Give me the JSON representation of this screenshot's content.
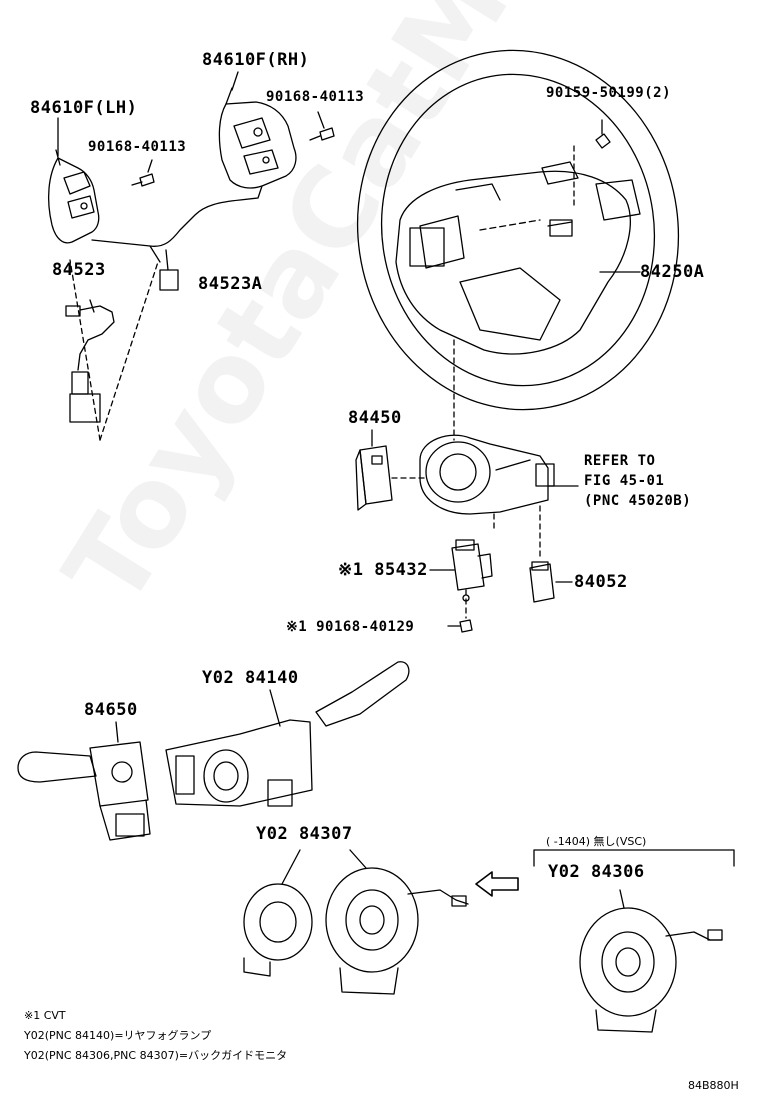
{
  "diagram_code": "84B880H",
  "watermark": "ToyotaCatMiles.ru",
  "labels": {
    "p84610F_lh": "84610F(LH)",
    "p84610F_rh": "84610F(RH)",
    "p90168_40113_a": "90168-40113",
    "p90168_40113_b": "90168-40113",
    "p84523": "84523",
    "p84523A": "84523A",
    "p90159_50199": "90159-50199(2)",
    "p84250A": "84250A",
    "p84450": "84450",
    "refer_line1": "REFER TO",
    "refer_line2": "FIG 45-01",
    "refer_line3": "(PNC 45020B)",
    "p85432": "※1 85432",
    "p84052": "84052",
    "p90168_40129": "※1 90168-40129",
    "p84650": "84650",
    "pY0284140": "Y02 84140",
    "pY0284307": "Y02 84307",
    "pY0284306": "Y02 84306",
    "condition": "(    -1404) 無し(VSC)"
  },
  "notes": {
    "line1": "※1 CVT",
    "line2": "Y02(PNC 84140)=リヤフォグランプ",
    "line3": "Y02(PNC 84306,PNC 84307)=バックガイドモニタ"
  }
}
